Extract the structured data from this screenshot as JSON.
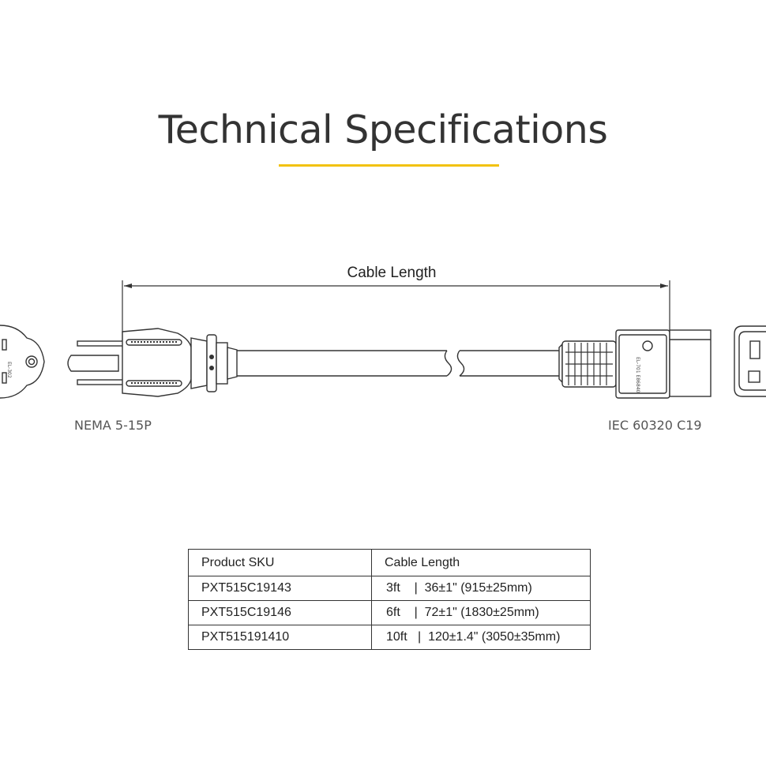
{
  "header": {
    "title": "Technical Specifications"
  },
  "diagram": {
    "dimension_label": "Cable Length",
    "left_connector_label": "NEMA 5-15P",
    "right_connector_label": "IEC 60320 C19",
    "left_plug_marking": "EL-302",
    "right_plug_marking": "EL-701 E86840"
  },
  "table": {
    "headers": [
      "Product SKU",
      "Cable Length"
    ],
    "rows": [
      [
        "PXT515C19143",
        "3ft    |  36±1\" (915±25mm)"
      ],
      [
        "PXT515C19146",
        "6ft    |  72±1\" (1830±25mm)"
      ],
      [
        "PXT515191410",
        "10ft   |  120±1.4\" (3050±35mm)"
      ]
    ]
  },
  "colors": {
    "accent": "#f2c20f",
    "line": "#333333"
  }
}
